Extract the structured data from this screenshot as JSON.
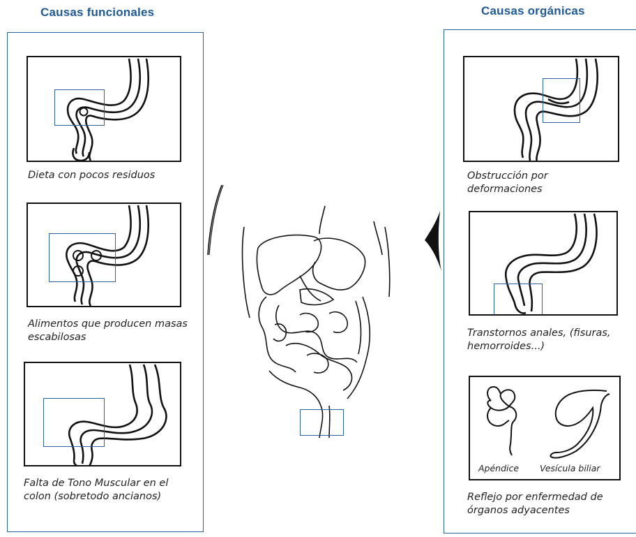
{
  "headings": {
    "functional": "Causas funcionales",
    "organic": "Causas orgánicas"
  },
  "functional": {
    "items": [
      {
        "caption": "Dieta con pocos residuos"
      },
      {
        "caption": "Alimentos que producen masas escabilosas"
      },
      {
        "caption": "Falta de Tono Muscular en el colon (sobretodo ancianos)"
      }
    ]
  },
  "organic": {
    "items": [
      {
        "caption": "Obstrucción por deformaciones"
      },
      {
        "caption": "Transtornos anales, (fisuras, hemorroides...)"
      },
      {
        "caption": "Reflejo por enfermedad de órganos adyacentes"
      }
    ],
    "inset_labels": {
      "appendix": "Apéndice",
      "gallbladder": "Vesícula biliar"
    }
  },
  "colors": {
    "accent": "#1f5a96",
    "frame": "#2d62a0",
    "ink": "#111111"
  }
}
